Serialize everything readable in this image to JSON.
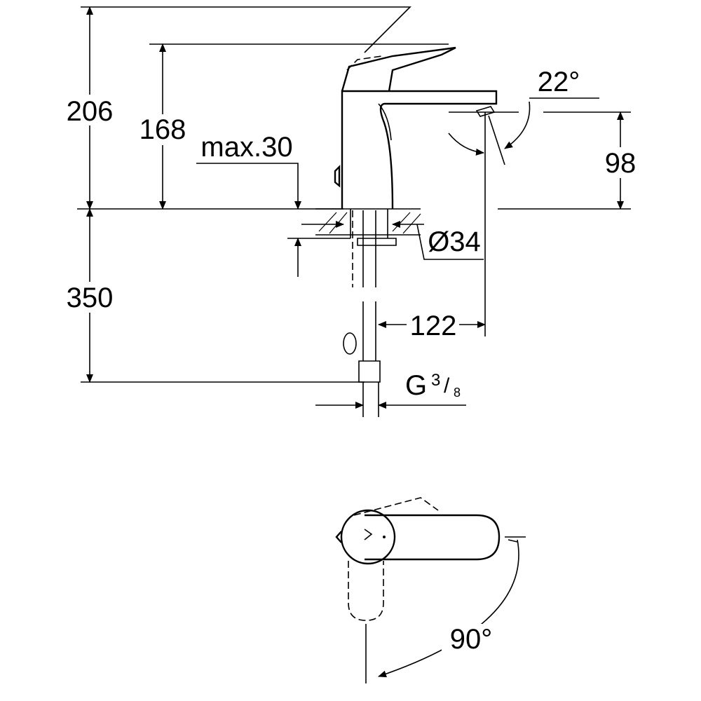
{
  "drawing": {
    "dimensions": {
      "overall_height": "206",
      "spout_height": "168",
      "max_deck_thickness": "max.30",
      "spout_angle": "22°",
      "spout_outlet_height": "98",
      "hole_diameter": "Ø34",
      "hose_length": "350",
      "spout_projection": "122",
      "connection_thread": "G",
      "thread_num": "3",
      "thread_den": "8",
      "handle_rotation": "90°"
    }
  }
}
